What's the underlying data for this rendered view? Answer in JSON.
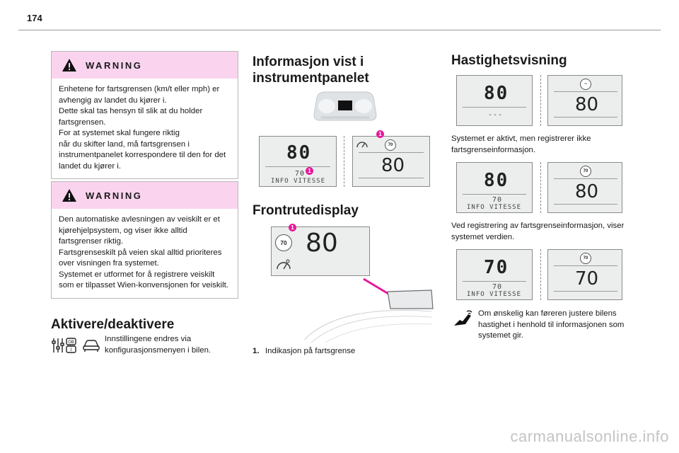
{
  "page": {
    "number": "174"
  },
  "warnings": [
    {
      "title": "WARNING",
      "text": "Enhetene for fartsgrensen (km/t eller mph) er avhengig av landet du kjører i.\nDette skal tas hensyn til slik at du holder fartsgrensen.\nFor at systemet skal fungere riktig\nnår du skifter land, må fartsgrensen i instrumentpanelet korrespondere til den for det landet du kjører i."
    },
    {
      "title": "WARNING",
      "text": "Den automatiske avlesningen av veiskilt er et kjørehjelpsystem, og viser ikke alltid fartsgrenser riktig.\nFartsgrenseskilt på veien skal alltid prioriteres over visningen fra systemet.\nSystemet er utformet for å registrere veiskilt som er tilpasset Wien-konvensjonen for veiskilt."
    }
  ],
  "activate": {
    "heading": "Aktivere/deaktivere",
    "text": "Innstillingene endres via\nkonfigurasjonsmenyen i bilen.",
    "icons": [
      "settings-sliders-icon",
      "car-icon"
    ]
  },
  "instrument": {
    "heading": "Informasjon vist i\ninstrumentpanelet",
    "left_display": {
      "speed": "80",
      "small_value": "70",
      "caption": "INFO VITESSE"
    },
    "right_display": {
      "sign_value": "70",
      "speed": "80"
    },
    "callout": "1"
  },
  "hud": {
    "heading": "Frontrutedisplay",
    "sign_value": "70",
    "speed": "80",
    "callout": "1"
  },
  "legend": {
    "number": "1.",
    "text": "Indikasjon på fartsgrense"
  },
  "speed_display": {
    "heading": "Hastighetsvisning",
    "states": [
      {
        "left_speed": "80",
        "left_placeholder": "---",
        "sign_value": "--",
        "right_speed": "80",
        "text": "Systemet er aktivt, men registrerer ikke\nfartsgrenseinformasjon."
      },
      {
        "left_speed": "80",
        "left_small": "70",
        "left_caption": "INFO VITESSE",
        "sign_value": "70",
        "right_speed": "80",
        "text": "Ved registrering av fartsgrenseinformasjon, viser\nsystemet verdien."
      },
      {
        "left_speed": "70",
        "left_small": "70",
        "left_caption": "INFO VITESSE",
        "sign_value": "70",
        "right_speed": "70"
      }
    ],
    "note_text": "Om ønskelig kan føreren justere bilens\nhastighet i henhold til informasjonen som\nsystemet gir.",
    "note_icon": "hand-touch-icon"
  },
  "colors": {
    "warning_bg": "#fad4ef",
    "callout": "#e6199b",
    "lcd_bg": "#eceeee"
  },
  "footer": {
    "watermark": "carmanualsonline.info"
  }
}
